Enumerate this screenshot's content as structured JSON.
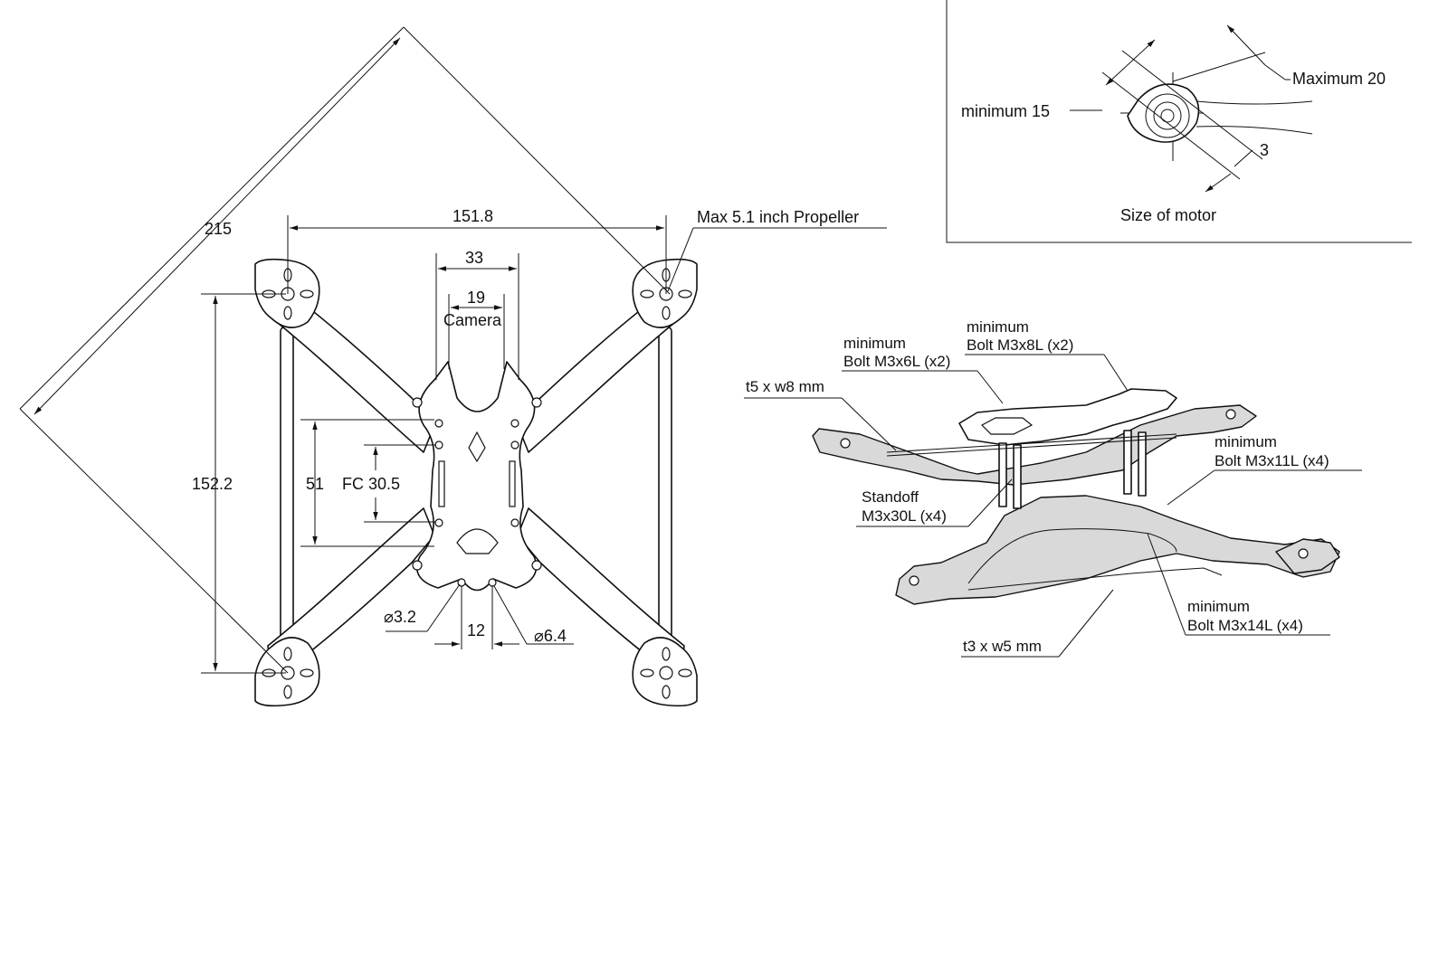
{
  "top_view": {
    "diagonal": "215",
    "width": "151.8",
    "propeller": "Max 5.1 inch Propeller",
    "cam_outer": "33",
    "cam_inner": "19",
    "camera": "Camera",
    "length": "152.2",
    "body": "51",
    "fc": "FC 30.5",
    "hole_small": "⌀3.2",
    "hole_spacing": "12",
    "hole_large": "⌀6.4"
  },
  "motor_inset": {
    "min": "minimum 15",
    "max": "Maximum 20",
    "three": "3",
    "caption": "Size of motor"
  },
  "iso_view": {
    "bolt6_l1": "minimum",
    "bolt6_l2": "Bolt M3x6L (x2)",
    "bolt8_l1": "minimum",
    "bolt8_l2": "Bolt M3x8L  (x2)",
    "arm": "t5 x w8 mm",
    "bolt11_l1": "minimum",
    "bolt11_l2": "Bolt M3x11L  (x4)",
    "standoff_l1": "Standoff",
    "standoff_l2": "M3x30L (x4)",
    "bolt14_l1": "minimum",
    "bolt14_l2": "Bolt M3x14L (x4)",
    "bottom": "t3 x w5 mm"
  }
}
